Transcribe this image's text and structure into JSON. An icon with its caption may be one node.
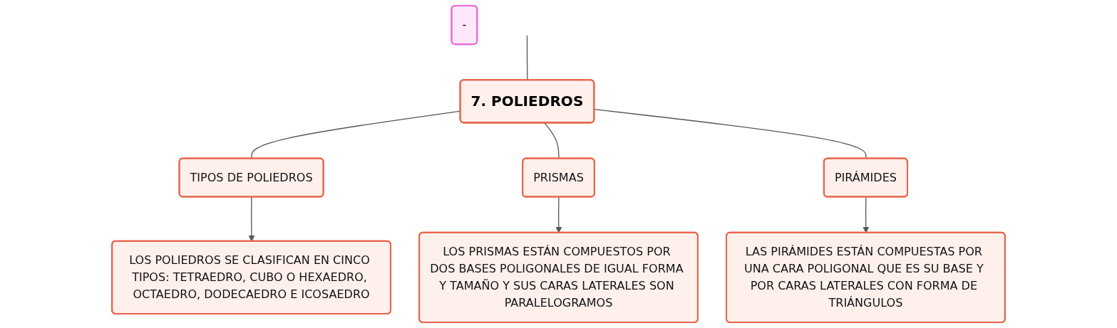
{
  "diagram": {
    "nodes": [
      {
        "text": [
          "-"
        ]
      },
      {
        "text": [
          "7. POLIEDROS"
        ]
      },
      {
        "text": [
          "TIPOS DE POLIEDROS"
        ]
      },
      {
        "text": [
          "PRISMAS"
        ]
      },
      {
        "text": [
          "PIRÁMIDES"
        ]
      },
      {
        "text": [
          "LOS POLIEDROS SE CLASIFICAN EN CINCO TIPOS: TETRAEDRO, CUBO O HEXAEDRO, OCTAEDRO, DODECAEDRO E ICOSAEDRO"
        ]
      },
      {
        "text": [
          "LOS PRISMAS ESTÁN COMPUESTOS POR DOS BASES POLIGONALES DE IGUAL FORMA Y TAMAÑO Y SUS CARAS LATERALES SON PARALELOGRAMOS"
        ]
      },
      {
        "text": [
          "LAS PIRÁMIDES ESTÁN COMPUESTAS POR UNA CARA POLIGONAL QUE ES SU BASE Y POR CARAS LATERALES CON FORMA DE TRIÁNGULOS"
        ]
      }
    ],
    "edges": [
      {
        "from": null,
        "to": 1,
        "arrow": "none"
      },
      {
        "from": 1,
        "to": 2,
        "arrow": "none"
      },
      {
        "from": 1,
        "to": 3,
        "arrow": "none"
      },
      {
        "from": 1,
        "to": 4,
        "arrow": "none"
      },
      {
        "from": 2,
        "to": 5,
        "arrow": "to"
      },
      {
        "from": 3,
        "to": 6,
        "arrow": "to"
      },
      {
        "from": 4,
        "to": 7,
        "arrow": "to"
      }
    ]
  }
}
